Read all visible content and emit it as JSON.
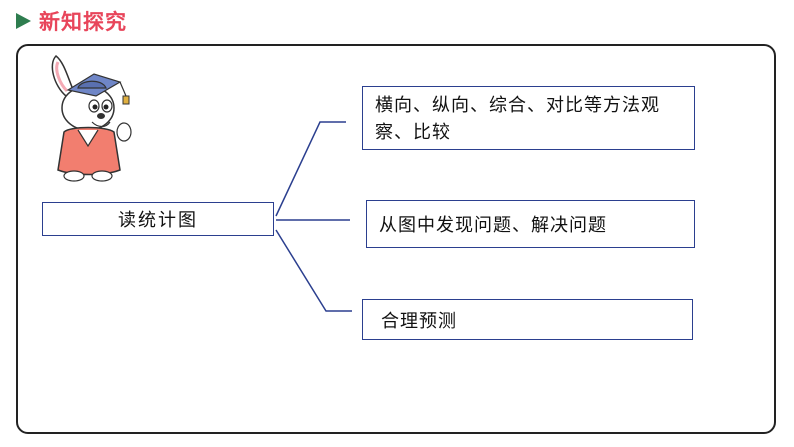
{
  "header": {
    "title": "新知探究",
    "icon": "play-triangle-icon",
    "icon_color": "#2e7d4f",
    "title_color": "#e8455a"
  },
  "diagram": {
    "root": "读统计图",
    "branches": [
      "横向、纵向、综合、对比等方法观察、比较",
      "从图中发现问题、解决问题",
      "合理预测"
    ],
    "line_color": "#2b3f8f"
  },
  "illustration": {
    "name": "rabbit-mascot-graduation-cap",
    "cap_color": "#6f86c7",
    "robe_color": "#f27e6f"
  }
}
